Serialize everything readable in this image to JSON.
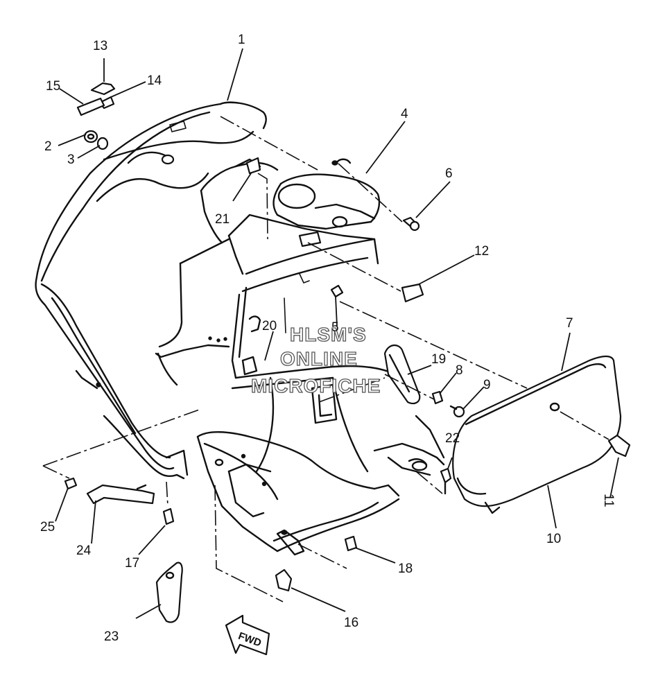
{
  "diagram": {
    "callouts": [
      "1",
      "2",
      "3",
      "4",
      "5",
      "6",
      "7",
      "8",
      "9",
      "10",
      "11",
      "12",
      "13",
      "14",
      "15",
      "16",
      "17",
      "18",
      "19",
      "20",
      "21",
      "22",
      "23",
      "24",
      "25"
    ],
    "fwd_label": "FWD",
    "watermark": [
      "HLSM'S",
      "ONLINE",
      "MICROFICHE"
    ]
  }
}
